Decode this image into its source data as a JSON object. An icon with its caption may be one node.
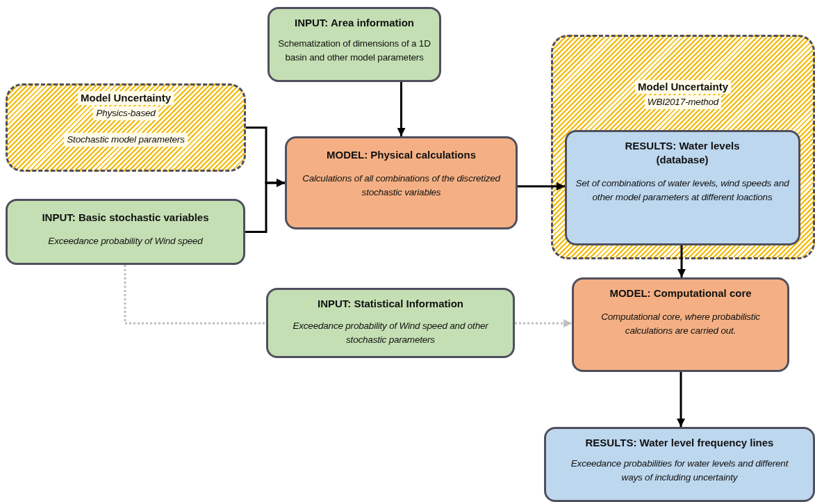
{
  "diagram": {
    "nodes": [
      {
        "text": [
          "INPUT: Area information",
          "Schematization of dimensions of a 1D basin and other model parameters"
        ]
      },
      {
        "text": [
          "Model Uncertainty",
          "Physics-based",
          "Stochastic model parameters"
        ]
      },
      {
        "text": [
          "MODEL: Physical calculations",
          "Calculations of all combinations of the discretized stochastic variables"
        ]
      },
      {
        "text": [
          "Model Uncertainty",
          "WBI2017-method"
        ]
      },
      {
        "text": [
          "RESULTS: Water levels (database)",
          "Set of combinations of water levels, wind speeds and other model parameters at different loactions"
        ],
        "in": 3
      },
      {
        "text": [
          "INPUT: Basic stochastic variables",
          "Exceedance probability of Wind speed"
        ]
      },
      {
        "text": [
          "INPUT: Statistical Information",
          "Exceedance probability of Wind speed and other stochastic parameters"
        ]
      },
      {
        "text": [
          "MODEL: Computational core",
          "Computational core, where probabilistic calculations are carried out."
        ]
      },
      {
        "text": [
          "RESULTS: Water level frequency lines",
          "Exceedance probabilities for water levels and different ways of including uncertainty"
        ]
      }
    ],
    "edges": [
      {
        "from": 0,
        "to": 2,
        "arrow": "to"
      },
      {
        "from": 1,
        "to": 2,
        "arrow": "to"
      },
      {
        "from": 5,
        "to": 2,
        "arrow": "to"
      },
      {
        "from": 2,
        "to": 4,
        "arrow": "to"
      },
      {
        "from": 4,
        "to": 7,
        "arrow": "to"
      },
      {
        "from": 5,
        "to": 6,
        "arrow": "none",
        "style": "dashed",
        "color": "#bfbfbf"
      },
      {
        "from": 6,
        "to": 7,
        "arrow": "to",
        "style": "dashed",
        "color": "#bfbfbf"
      },
      {
        "from": 7,
        "to": 8,
        "arrow": "to"
      }
    ]
  }
}
